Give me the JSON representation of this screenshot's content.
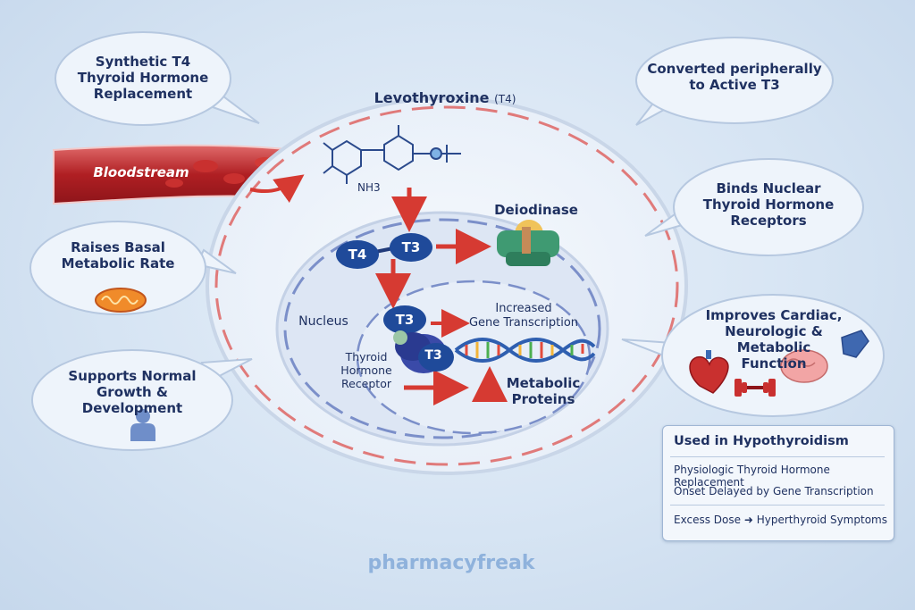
{
  "bubbles": {
    "synthetic": [
      "Synthetic T4",
      "Thyroid Hormone",
      "Replacement"
    ],
    "converted": [
      "Converted peripherally",
      "to Active T3"
    ],
    "binds": [
      "Binds Nuclear",
      "Thyroid Hormone",
      "Receptors"
    ],
    "raises": [
      "Raises Basal",
      "Metabolic Rate"
    ],
    "improves": [
      "Improves Cardiac,",
      "Neurologic & Metabolic",
      "Function"
    ],
    "supports": [
      "Supports Normal",
      "Growth & Development"
    ]
  },
  "cell": {
    "drug_title": "Levothyroxine",
    "drug_subtitle": "(T4)",
    "nh3_label": "NH3",
    "bloodstream_label": "Bloodstream",
    "deiodinase_label": "Deiodinase",
    "t4_label": "T4",
    "t3_label": "T3",
    "nucleus_label": "Nucleus",
    "increased_label": [
      "Increased",
      "Gene Transcription"
    ],
    "receptor_label": [
      "Thyroid",
      "Hormone",
      "Receptor"
    ],
    "metabolic_label": [
      "Metabolic",
      "Proteins"
    ]
  },
  "info_panel": {
    "title": "Used in Hypothyroidism",
    "line1": "Physiologic Thyroid Hormone Replacement",
    "line2": "Onset Delayed by Gene Transcription",
    "line3_a": "Excess Dose",
    "line3_arrow": "➜",
    "line3_b": "Hyperthyroid Symptoms"
  },
  "watermark": "pharmacyfreak",
  "colors": {
    "navy": "#1f3161",
    "blood_red": "#c42b2b",
    "arrow_red": "#d63a32",
    "dna_blue": "#2f5fb0",
    "membrane_red": "#e07a7a",
    "nucleus_blue": "#7b8fc9",
    "bubble_fill": "#eef4fb"
  },
  "icons": [
    "mitochondrion-icon",
    "person-icon",
    "heart-icon",
    "brain-icon",
    "dumbbell-icon",
    "muscle-arm-icon",
    "enzyme-icon",
    "dna-icon",
    "receptor-protein-icon"
  ]
}
